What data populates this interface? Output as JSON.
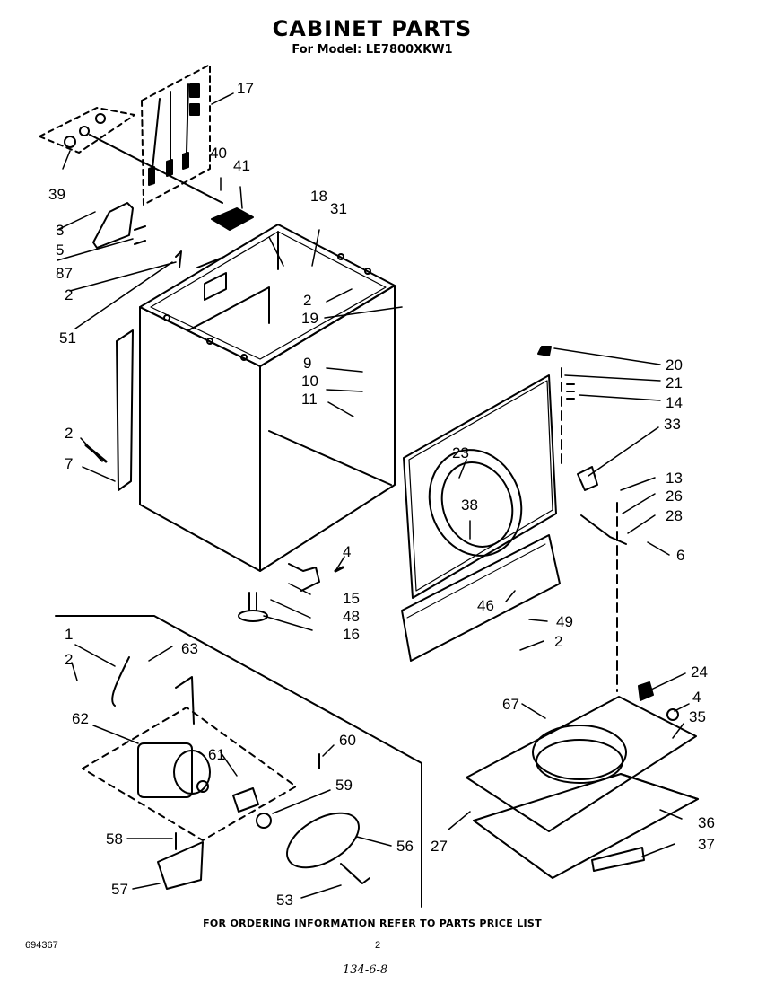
{
  "header": {
    "title": "CABINET PARTS",
    "subtitle": "For Model: LE7800XKW1"
  },
  "footer": {
    "ordering_note": "FOR ORDERING INFORMATION REFER TO PARTS PRICE LIST",
    "document_number": "694367",
    "page_number": "2",
    "handwritten_note": "134-6-8"
  },
  "callouts": {
    "c17": "17",
    "c39": "39",
    "c40": "40",
    "c41": "41",
    "c3": "3",
    "c5": "5",
    "c87": "87",
    "c2a": "2",
    "c51": "51",
    "c18": "18",
    "c31": "31",
    "c2b": "2",
    "c19": "19",
    "c9": "9",
    "c10": "10",
    "c11": "11",
    "c2c": "2",
    "c7": "7",
    "c4a": "4",
    "c15": "15",
    "c48": "48",
    "c16": "16",
    "c20": "20",
    "c21": "21",
    "c14": "14",
    "c33": "33",
    "c23": "23",
    "c38": "38",
    "c13": "13",
    "c26": "26",
    "c28": "28",
    "c6": "6",
    "c46": "46",
    "c49": "49",
    "c2d": "2",
    "c1": "1",
    "c63": "63",
    "c2e": "2",
    "c62": "62",
    "c61": "61",
    "c60": "60",
    "c59": "59",
    "c56": "56",
    "c58": "58",
    "c57": "57",
    "c53": "53",
    "c24": "24",
    "c4b": "4",
    "c35": "35",
    "c67": "67",
    "c27": "27",
    "c36": "36",
    "c37": "37"
  }
}
